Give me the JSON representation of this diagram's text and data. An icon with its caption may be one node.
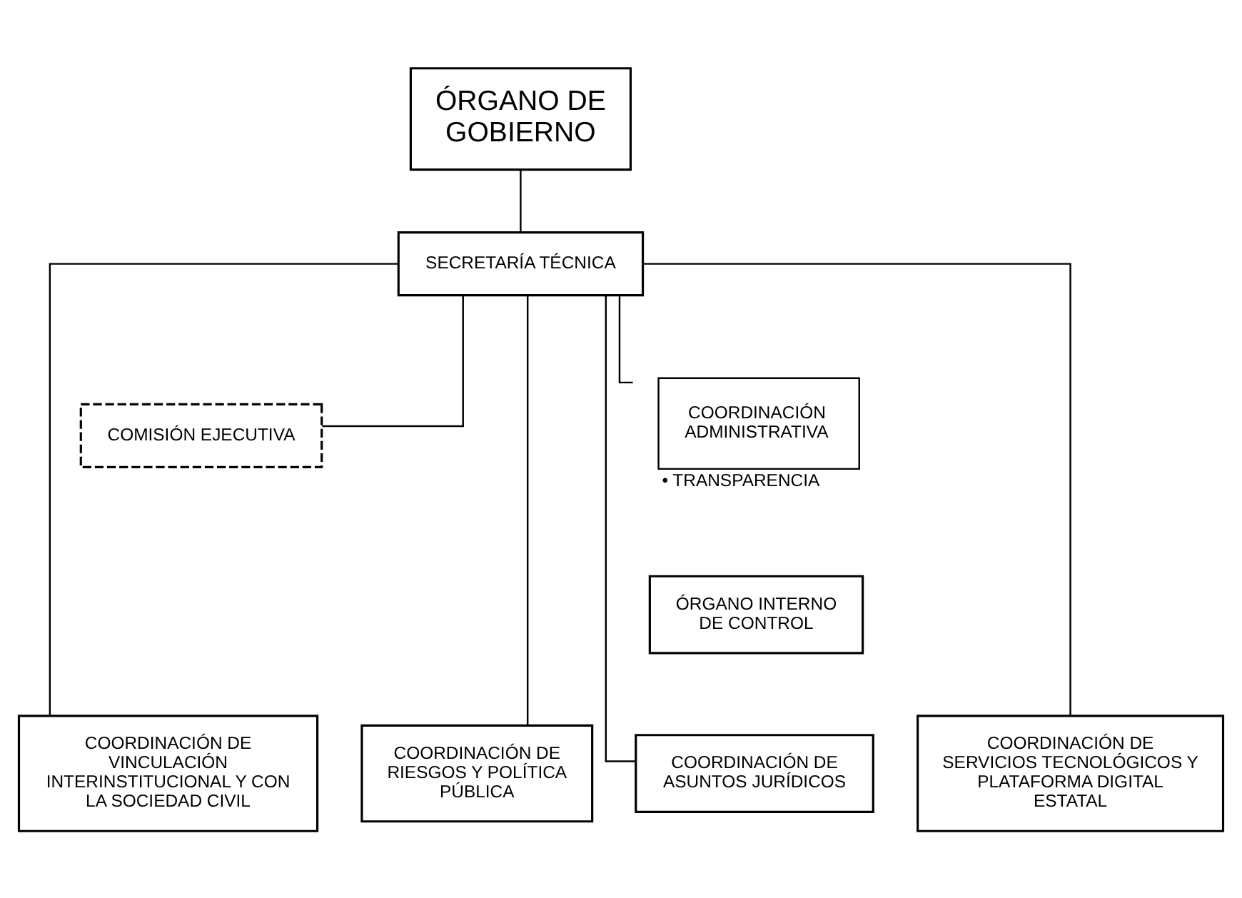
{
  "diagram": {
    "nodes": [
      {
        "text": [
          "ÓRGANO DE GOBIERNO"
        ]
      },
      {
        "text": [
          "SECRETARÍA TÉCNICA"
        ]
      },
      {
        "text": [
          "COMISIÓN EJECUTIVA"
        ]
      },
      {
        "text": [
          "COORDINACIÓN ADMINISTRATIVA"
        ],
        "beside": [
          "• TRANSPARENCIA"
        ]
      },
      {
        "text": [
          "ÓRGANO INTERNO DE CONTROL"
        ]
      },
      {
        "text": [
          "COORDINACIÓN DE VINCULACIÓN INTERINSTITUCIONAL Y CON LA SOCIEDAD CIVIL"
        ]
      },
      {
        "text": [
          "COORDINACIÓN DE RIESGOS Y POLÍTICA PÚBLICA"
        ]
      },
      {
        "text": [
          "COORDINACIÓN DE ASUNTOS JURÍDICOS"
        ]
      },
      {
        "text": [
          "COORDINACIÓN DE SERVICIOS TECNOLÓGICOS Y PLATAFORMA DIGITAL ESTATAL"
        ]
      }
    ],
    "edges": [
      {
        "from": 0,
        "to": 1,
        "arrow": "none"
      },
      {
        "from": 1,
        "to": 2,
        "arrow": "none"
      },
      {
        "from": 1,
        "to": 3,
        "arrow": "none"
      },
      {
        "from": 1,
        "to": 5,
        "arrow": "none"
      },
      {
        "from": 1,
        "to": 6,
        "arrow": "none"
      },
      {
        "from": 1,
        "to": 7,
        "arrow": "none"
      },
      {
        "from": 1,
        "to": 8,
        "arrow": "none"
      }
    ]
  }
}
